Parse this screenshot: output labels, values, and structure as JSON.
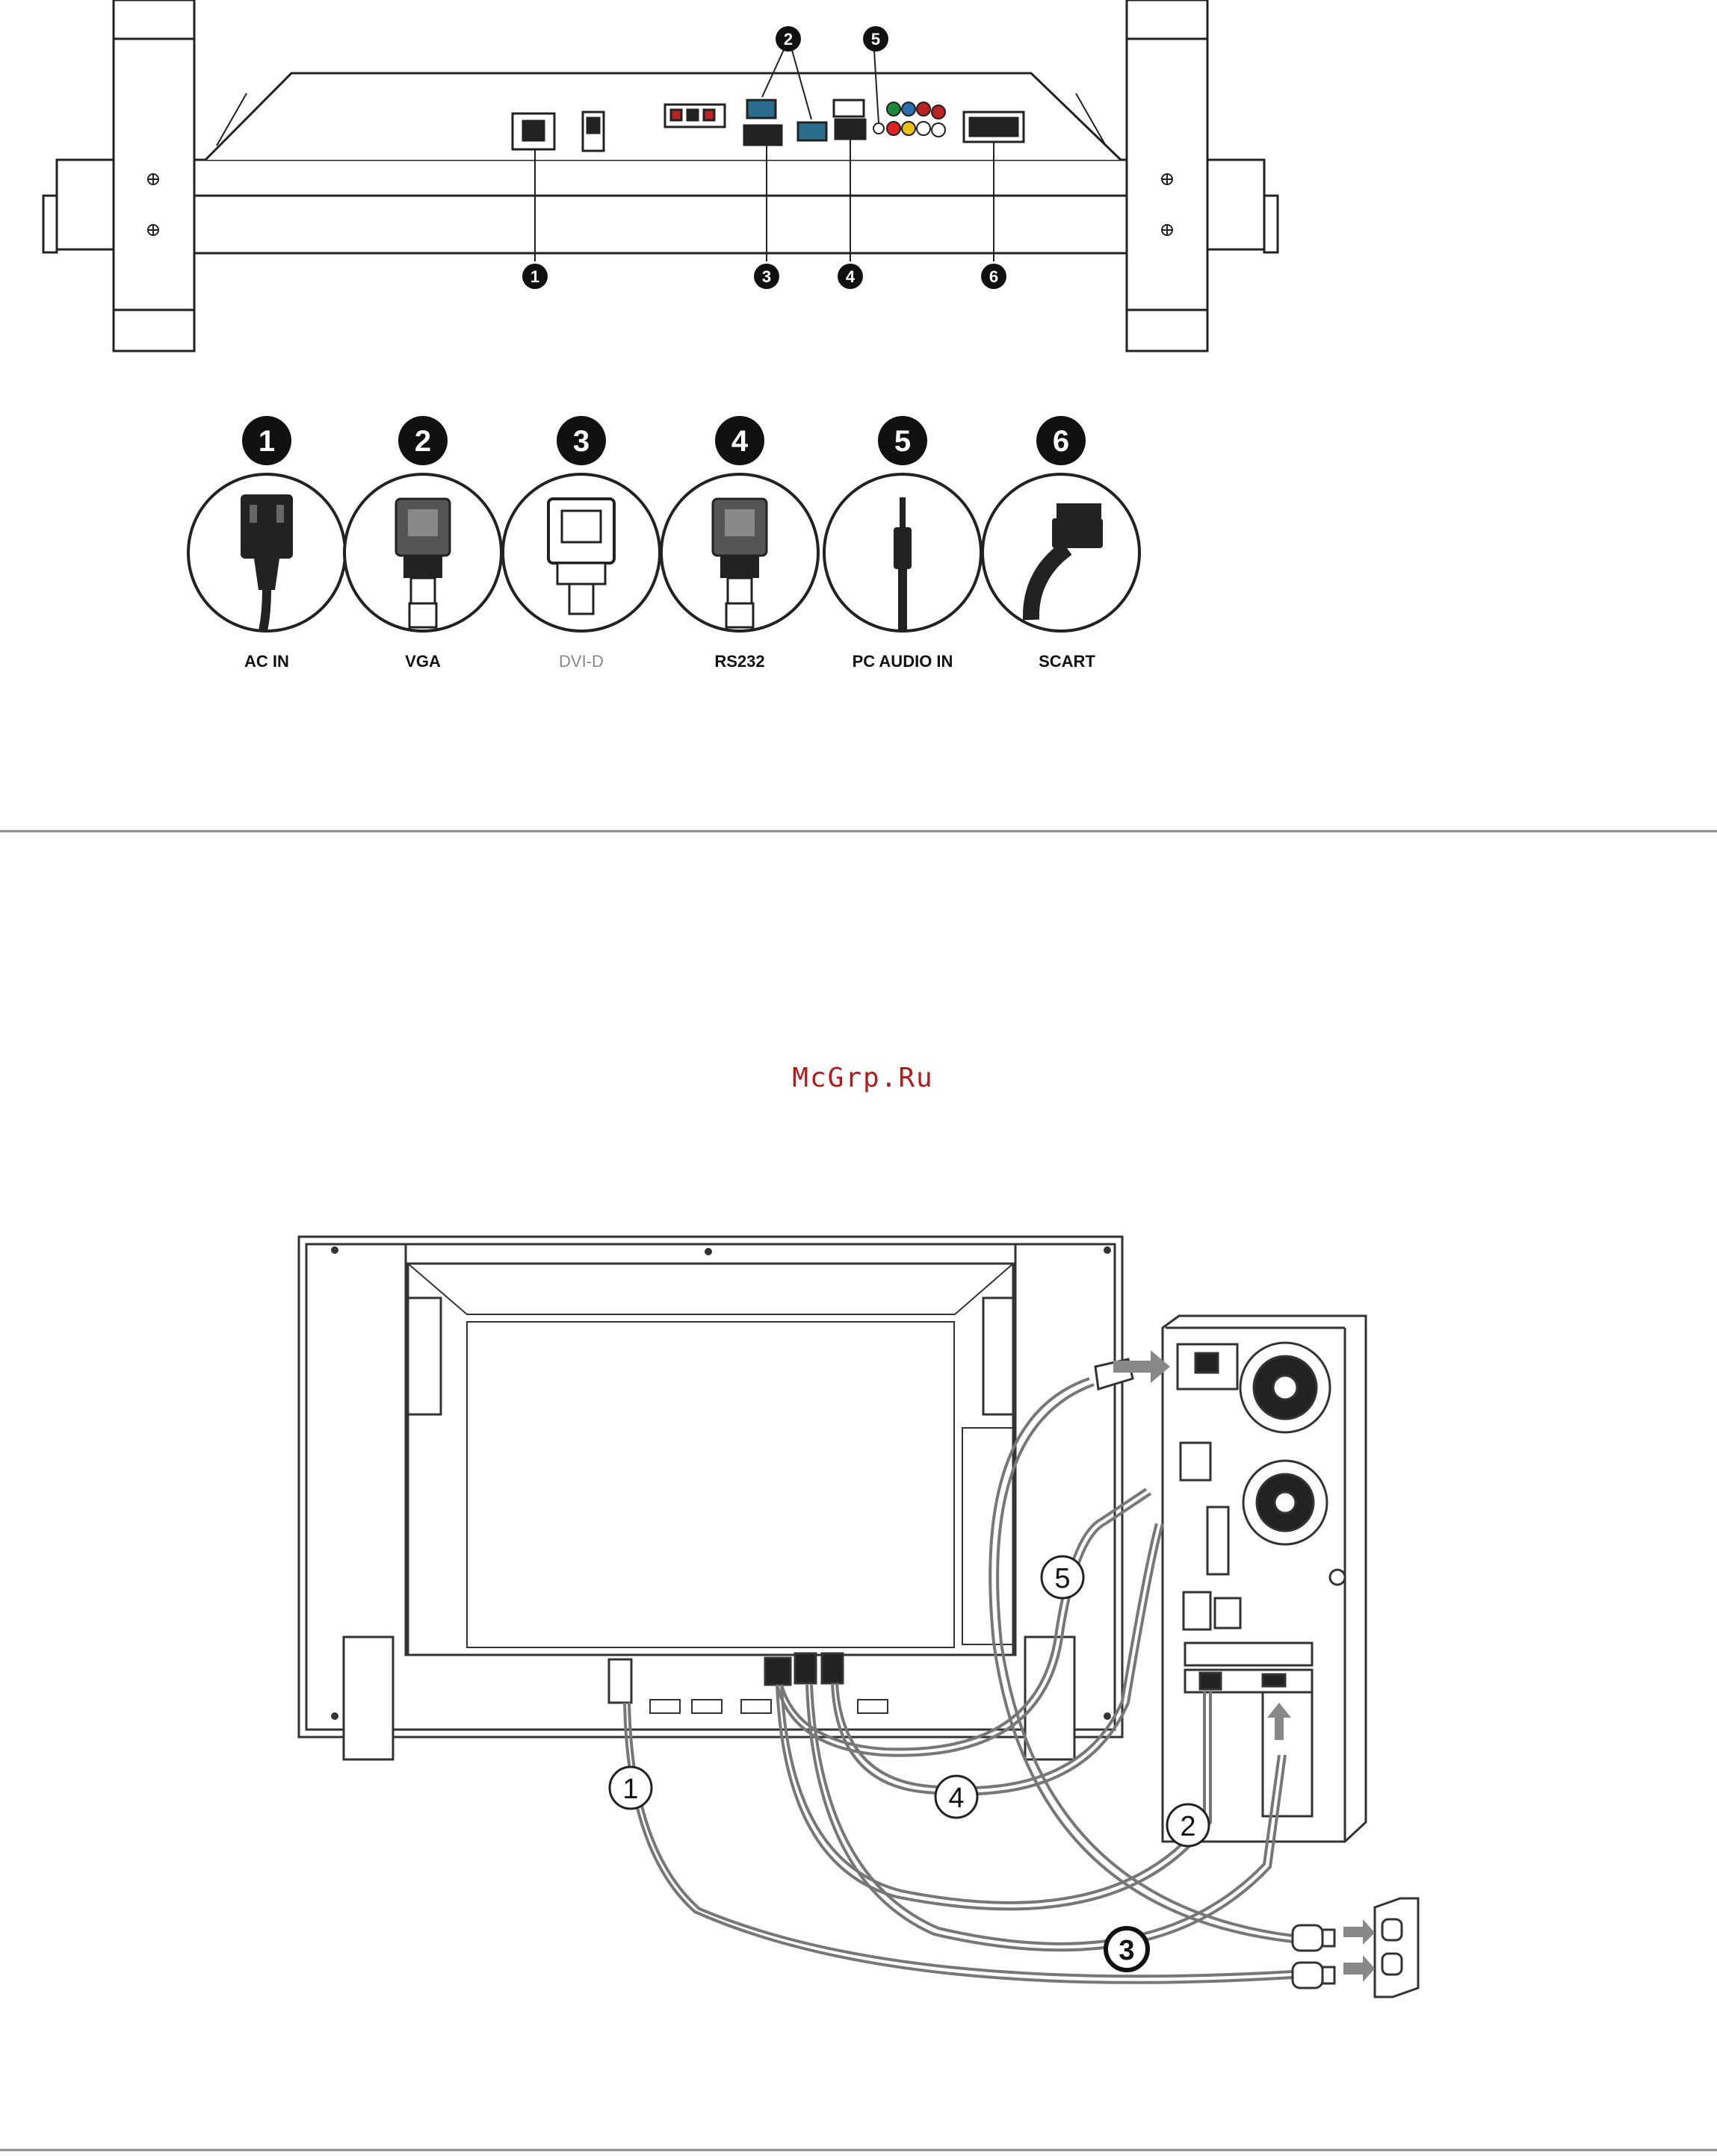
{
  "connectors": [
    {
      "num": "1",
      "label": "AC IN"
    },
    {
      "num": "2",
      "label": "VGA"
    },
    {
      "num": "3",
      "label": "DVI-D"
    },
    {
      "num": "4",
      "label": "RS232"
    },
    {
      "num": "5",
      "label": "PC AUDIO IN"
    },
    {
      "num": "6",
      "label": "SCART"
    }
  ],
  "watermark": "McGrp.Ru",
  "cable_numbers": [
    "1",
    "2",
    "3",
    "4",
    "5"
  ]
}
